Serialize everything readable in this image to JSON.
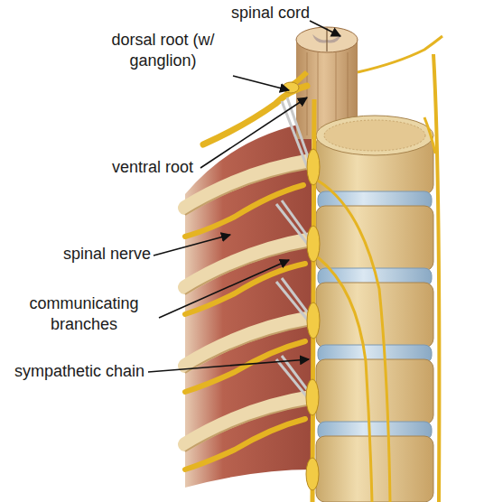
{
  "diagram": {
    "labels": [
      "spinal cord",
      "dorsal root (w/ ganglion)",
      "ventral root",
      "spinal nerve",
      "communicating branches",
      "sympathetic chain"
    ]
  }
}
